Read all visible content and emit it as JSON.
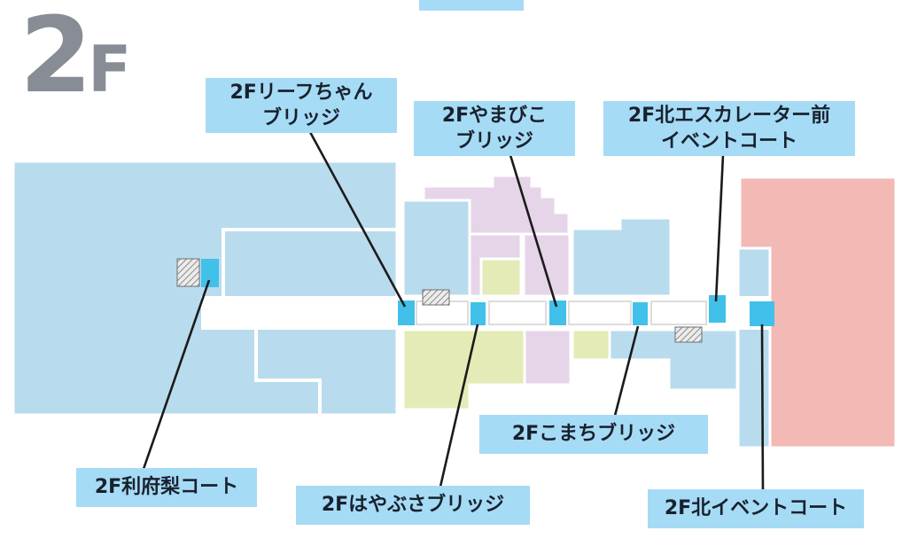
{
  "floor": {
    "number": "2",
    "suffix": "F"
  },
  "labels": {
    "leaf_bridge": {
      "line1": "2Fリーフちゃん",
      "line2": "ブリッジ"
    },
    "yamabiko_bridge": {
      "line1": "2Fやまびこ",
      "line2": "ブリッジ"
    },
    "north_escalator_event_court": {
      "line1": "2F北エスカレーター前",
      "line2": "イベントコート"
    },
    "komachi_bridge": {
      "text": "2Fこまちブリッジ"
    },
    "rifu_pear_court": {
      "text": "2F利府梨コート"
    },
    "hayabusa_bridge": {
      "text": "2Fはやぶさブリッジ"
    },
    "north_event_court": {
      "text": "2F北イベントコート"
    }
  },
  "markers": [
    "rifu-pear-court",
    "leaf-bridge",
    "hayabusa-bridge",
    "yamabiko-bridge",
    "komachi-bridge",
    "north-escalator-event-court",
    "north-event-court"
  ],
  "icons": {
    "escalator_icon": "diagonal-striped-rectangle"
  },
  "colors": {
    "label_background": "#a6dbf5",
    "label_text": "#18212e",
    "marker": "#41c0e9",
    "area_blue": "#b9dbee",
    "area_lavender": "#e6d5e9",
    "area_green": "#e4ebb6",
    "area_pink": "#f2b9b5",
    "floor_title": "#878c95",
    "leader_line": "#1b1b1b"
  }
}
